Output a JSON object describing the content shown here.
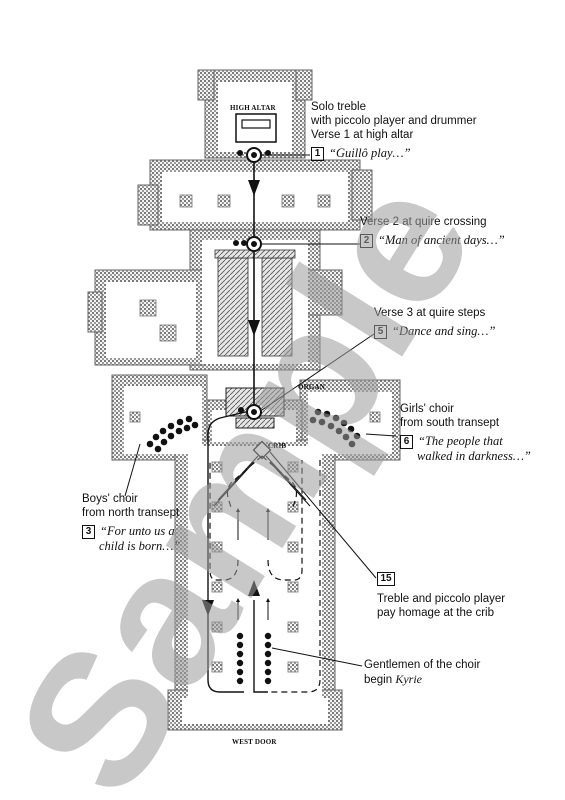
{
  "labels": {
    "high_altar": "HIGH ALTAR",
    "organ": "ORGAN",
    "crib": "CRIB",
    "west_door": "WEST DOOR"
  },
  "annotations": {
    "a1": {
      "line1": "Solo treble",
      "line2": "with piccolo player and drummer",
      "line3": "Verse 1 at high altar",
      "num": "1",
      "quote": "“Guillô play…”"
    },
    "a2": {
      "line1": "Verse 2 at quire crossing",
      "num": "2",
      "quote": "“Man of ancient days…”"
    },
    "a5": {
      "line1": "Verse 3 at quire steps",
      "num": "5",
      "quote": "“Dance and sing…”"
    },
    "a6": {
      "line1": "Girls' choir",
      "line2": "from south transept",
      "num": "6",
      "quote1": "“The people that",
      "quote2": "walked in darkness…”"
    },
    "a3": {
      "line1": "Boys' choir",
      "line2": "from north transept",
      "num": "3",
      "quote1": "“For unto us a",
      "quote2": "child is born…”"
    },
    "a15": {
      "num": "15",
      "line1": "Treble and piccolo player",
      "line2": "pay homage at the crib"
    },
    "ag": {
      "line1": "Gentlemen of the choir",
      "line2a": "begin ",
      "line2b": "Kyrie"
    }
  },
  "watermark": "Sample",
  "colors": {
    "ink": "#111111",
    "stone": "#8c8c8c",
    "watermark": "#9a9a9a"
  }
}
